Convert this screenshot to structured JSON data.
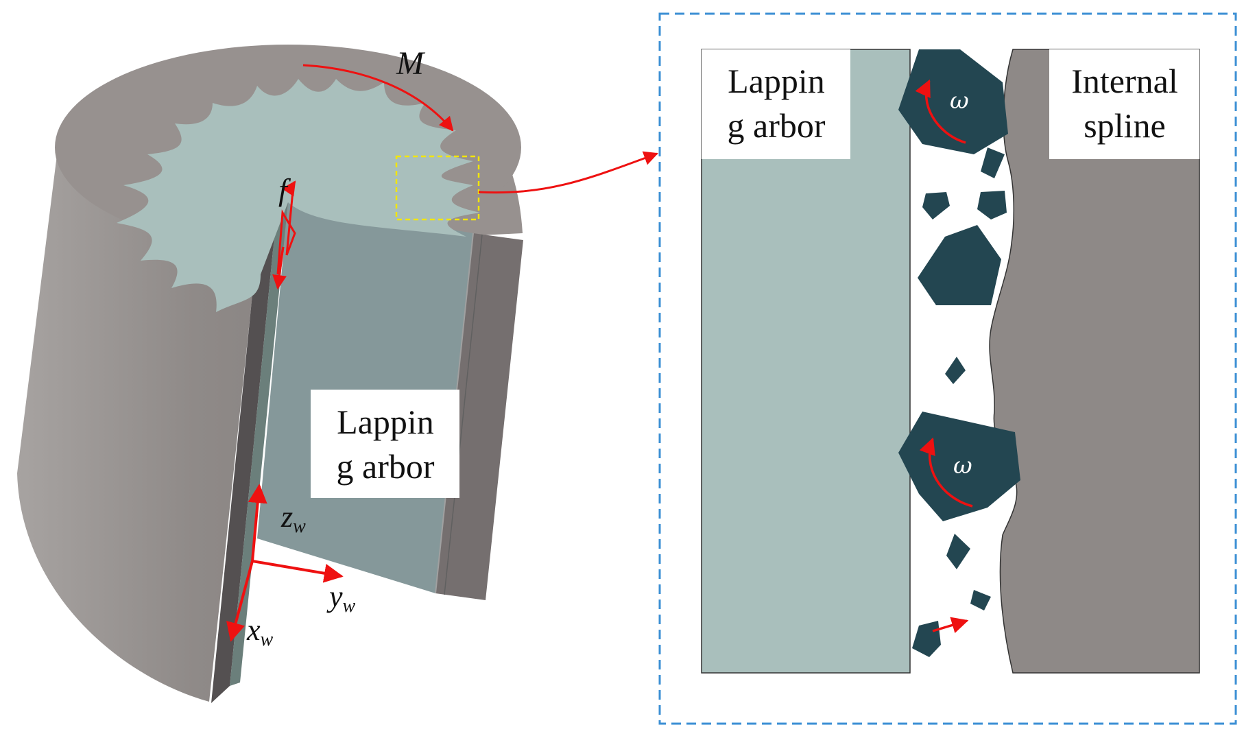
{
  "left_view": {
    "label_line1": "Lappin",
    "label_line2": "g arbor",
    "moment": "M",
    "feed": "f",
    "axis_z": "z",
    "axis_y": "y",
    "axis_x": "x",
    "axis_subscript": "w"
  },
  "detail_view": {
    "arbor_label_line1": "Lappin",
    "arbor_label_line2": "g arbor",
    "spline_label_line1": "Internal",
    "spline_label_line2": "spline",
    "rotation_symbol": "ω"
  },
  "colors": {
    "workpiece_top": "#97918f",
    "workpiece_side": "#8e8987",
    "arbor": "#a9bfbc",
    "abrasive": "#234651",
    "arrow": "#ee1111",
    "detail_frame": "#3b8fd4",
    "zoom_box": "#f2e600"
  }
}
